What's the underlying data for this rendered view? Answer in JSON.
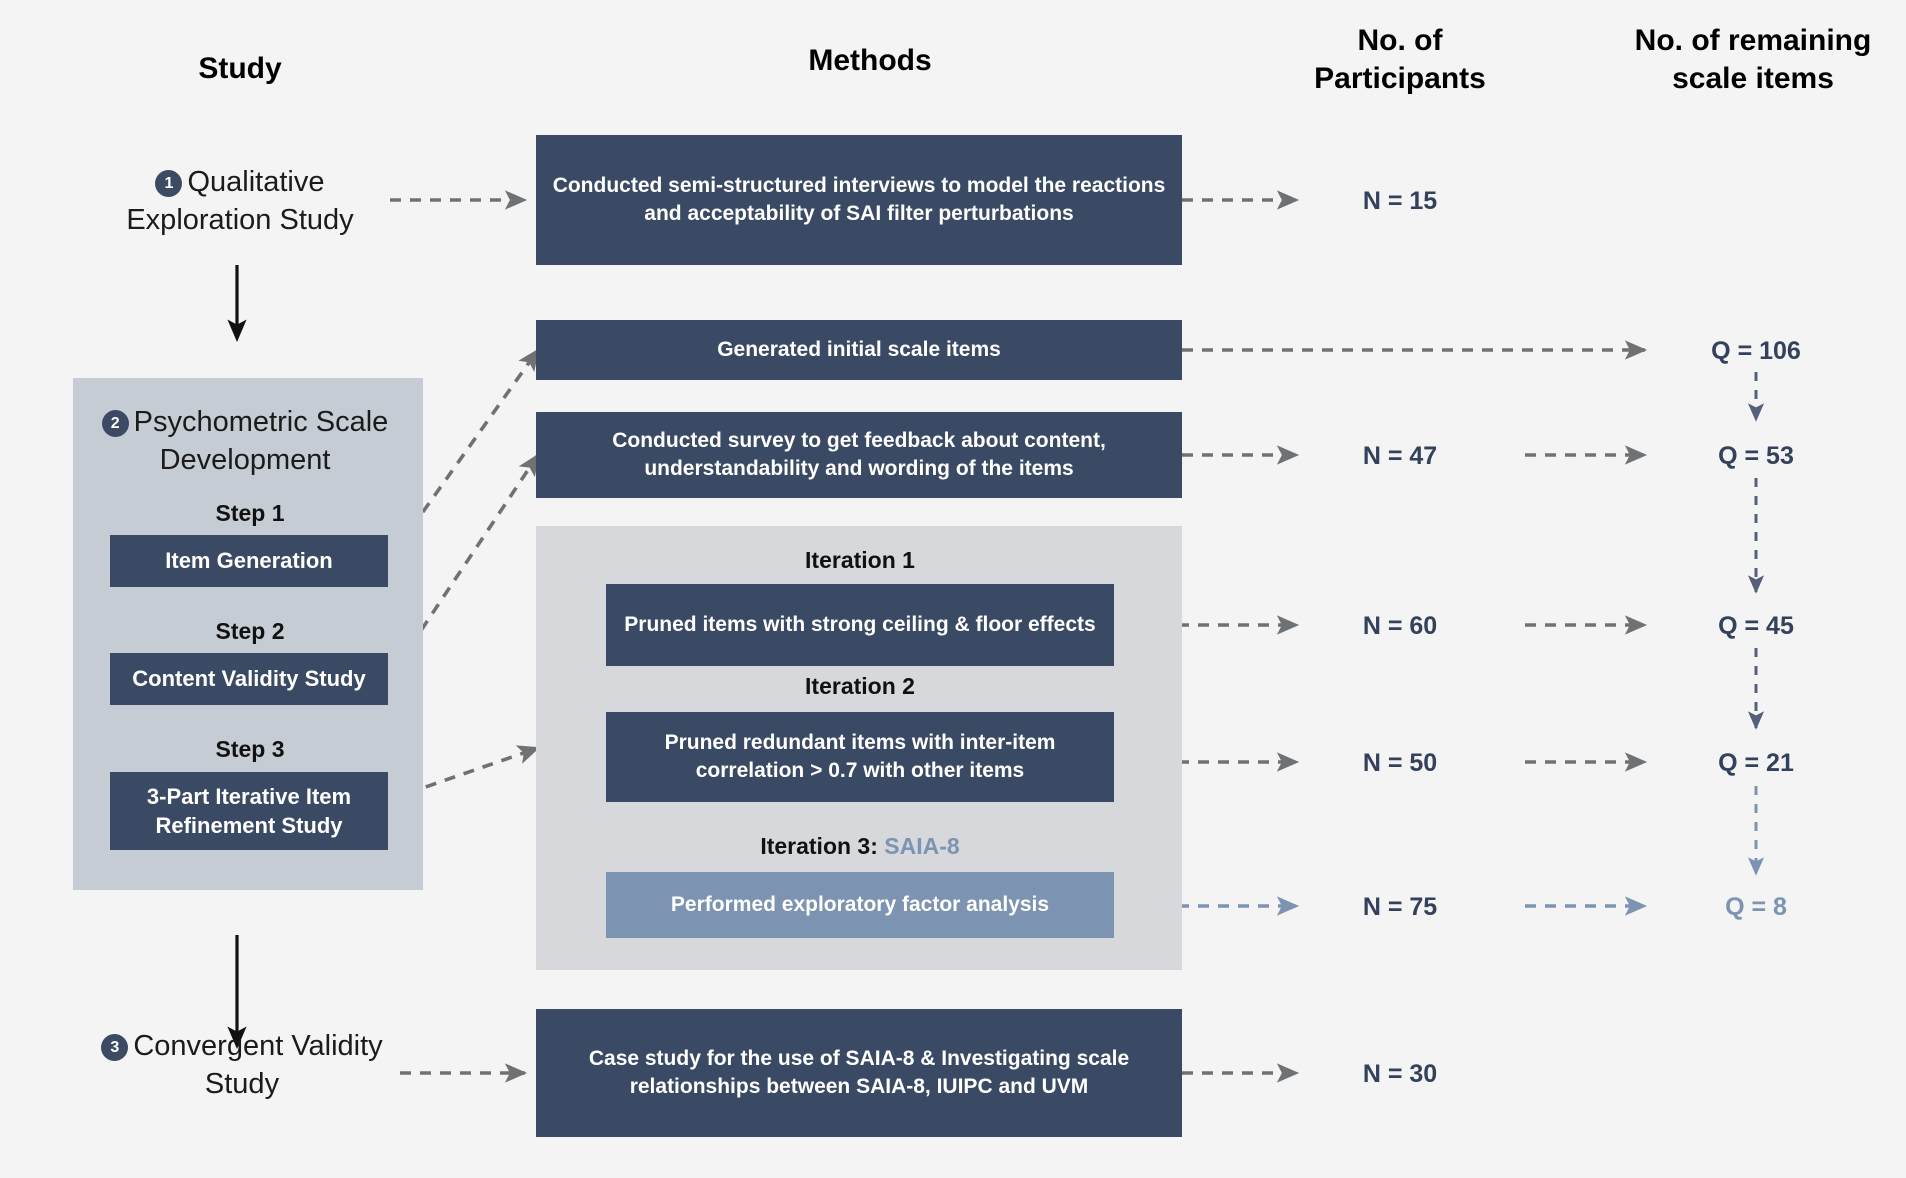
{
  "headers": {
    "study": "Study",
    "methods": "Methods",
    "participants_line1": "No. of",
    "participants_line2": "Participants",
    "remaining_line1": "No. of remaining",
    "remaining_line2": "scale items"
  },
  "studies": [
    {
      "number": "1",
      "title": "Qualitative Exploration Study"
    },
    {
      "number": "2",
      "title": "Psychometric Scale Development"
    },
    {
      "number": "3",
      "title": "Convergent Validity Study"
    }
  ],
  "steps": [
    {
      "caption": "Step 1",
      "box": "Item Generation"
    },
    {
      "caption": "Step 2",
      "box": "Content Validity Study"
    },
    {
      "caption": "Step 3",
      "box": "3-Part Iterative Item Refinement Study"
    }
  ],
  "methods": {
    "qualitative": "Conducted semi-structured interviews  to model the reactions and acceptability of SAI filter perturbations",
    "item_generation": "Generated initial scale items",
    "content_validity": "Conducted survey to get feedback about content, understandability and wording of the items",
    "iteration1": "Pruned items with strong ceiling & floor effects",
    "iteration2": "Pruned redundant items with inter-item correlation > 0.7 with other items",
    "iteration3": "Performed exploratory factor analysis",
    "convergent": "Case study for the use of SAIA-8 & Investigating  scale relationships between SAIA-8, IUIPC and UVM"
  },
  "iteration_captions": {
    "iter1": "Iteration 1",
    "iter2": "Iteration  2",
    "iter3_prefix": "Iteration  3: ",
    "iter3_accent": "SAIA-8"
  },
  "participants": [
    {
      "label": "N = 15"
    },
    {
      "label": "N = 47"
    },
    {
      "label": "N = 60"
    },
    {
      "label": "N = 50"
    },
    {
      "label": "N = 75"
    }
  ],
  "remaining_items": [
    {
      "label": "Q = 106",
      "muted": false
    },
    {
      "label": "Q = 53",
      "muted": false
    },
    {
      "label": "Q = 45",
      "muted": false
    },
    {
      "label": "Q = 21",
      "muted": false
    },
    {
      "label": "Q = 8",
      "muted": true
    }
  ],
  "convergent_participants": "N = 30",
  "colors": {
    "background": "#f4f4f4",
    "box_dark": "#3a4a64",
    "box_light": "#7c94b2",
    "panel_left": "#c6ccd4",
    "panel_iteration": "#d6d8dc",
    "text_dark_navy": "#33415c",
    "arrow_gray": "#6f7275",
    "arrow_blue": "#7c94b2",
    "arrow_black": "#111111"
  }
}
